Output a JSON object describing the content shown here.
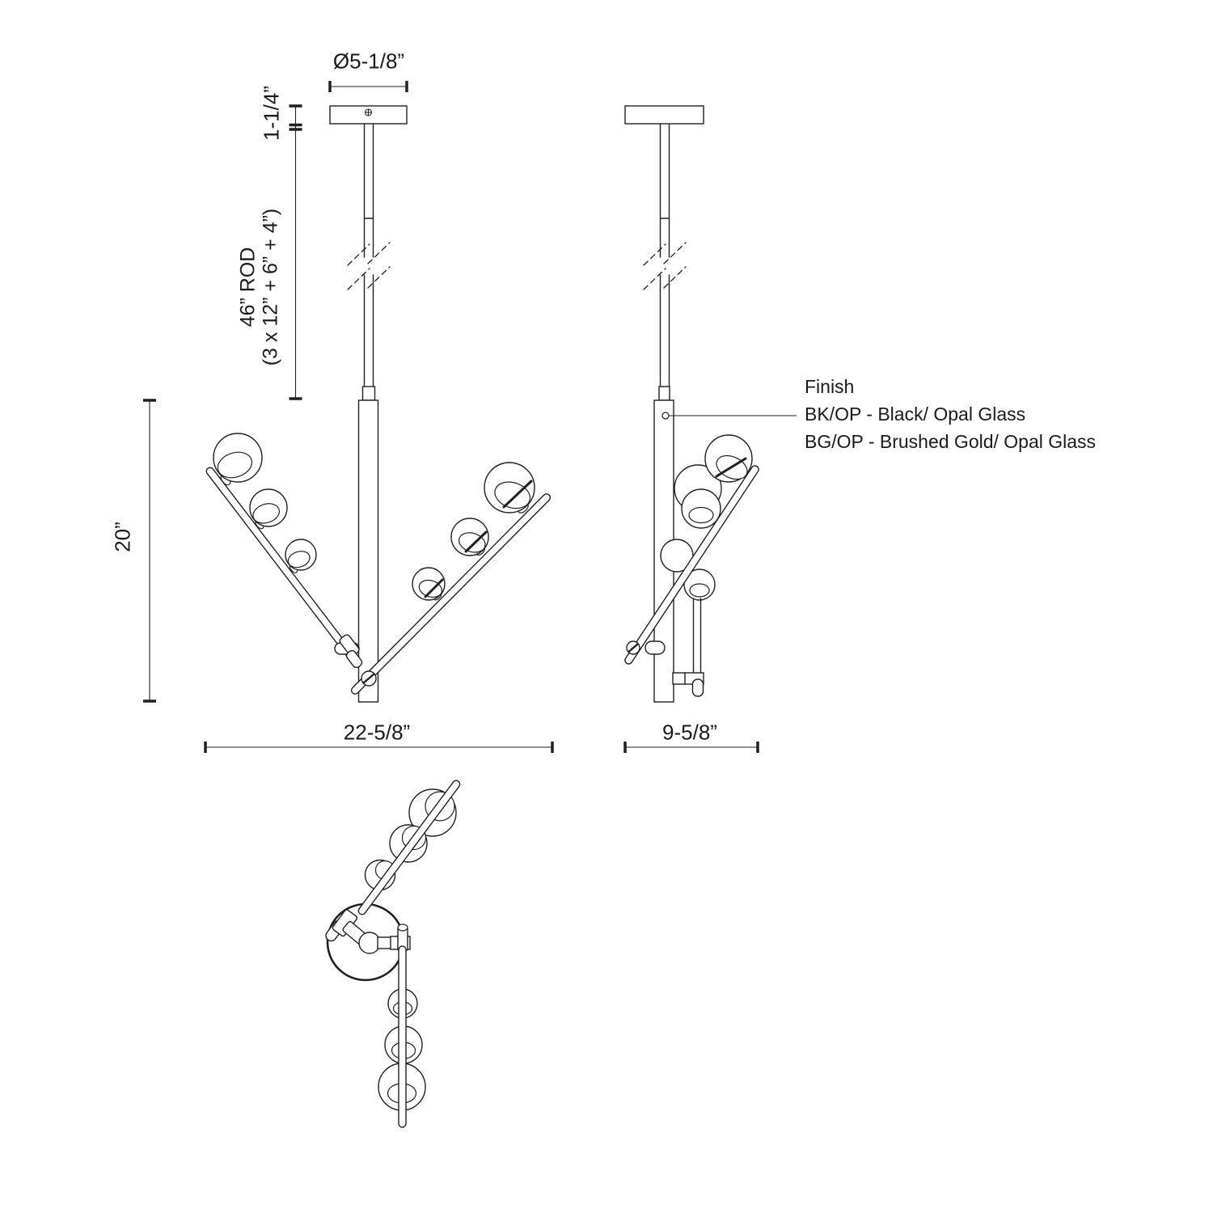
{
  "labels": {
    "canopy_diameter": "Ø5-1/8”",
    "canopy_height": "1-1/4”",
    "rod_length": "46” ROD",
    "rod_breakdown": "(3 x 12” + 6” + 4”)",
    "fixture_height": "20”",
    "fixture_width": "22-5/8”",
    "fixture_depth": "9-5/8”"
  },
  "finish": {
    "heading": "Finish",
    "option_black": "BK/OP - Black/ Opal Glass",
    "option_gold": "BG/OP - Brushed Gold/ Opal Glass"
  },
  "colors": {
    "ink": "#231f20",
    "paper": "#ffffff"
  }
}
